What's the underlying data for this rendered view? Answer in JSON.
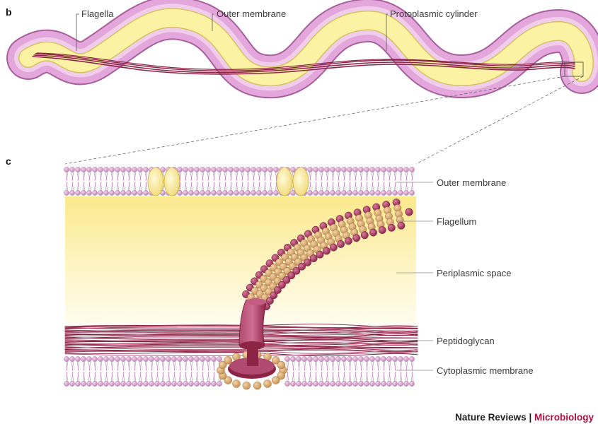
{
  "panels": {
    "b": "b",
    "c": "c"
  },
  "labels_b": {
    "flagella": "Flagella",
    "outer_membrane": "Outer membrane",
    "protoplasmic_cylinder": "Protoplasmic cylinder"
  },
  "labels_c": {
    "outer_membrane": "Outer membrane",
    "flagellum": "Flagellum",
    "periplasmic_space": "Periplasmic space",
    "peptidoglycan": "Peptidoglycan",
    "cytoplasmic_membrane": "Cytoplasmic membrane"
  },
  "credit": {
    "journal": "Nature Reviews",
    "separator": "|",
    "subject": "Microbiology"
  },
  "colors": {
    "outer_membrane_pink": "#e4a7dc",
    "outer_membrane_edge": "#a8609c",
    "protoplasmic_yellow": "#fbf3a3",
    "flagellum_maroon": "#8c2446",
    "lipid_head": "#d29bc6",
    "periplasm_yellow": "#fbe98d",
    "flagellin_tan": "#d9a870",
    "microbiology_red": "#b0103c"
  }
}
